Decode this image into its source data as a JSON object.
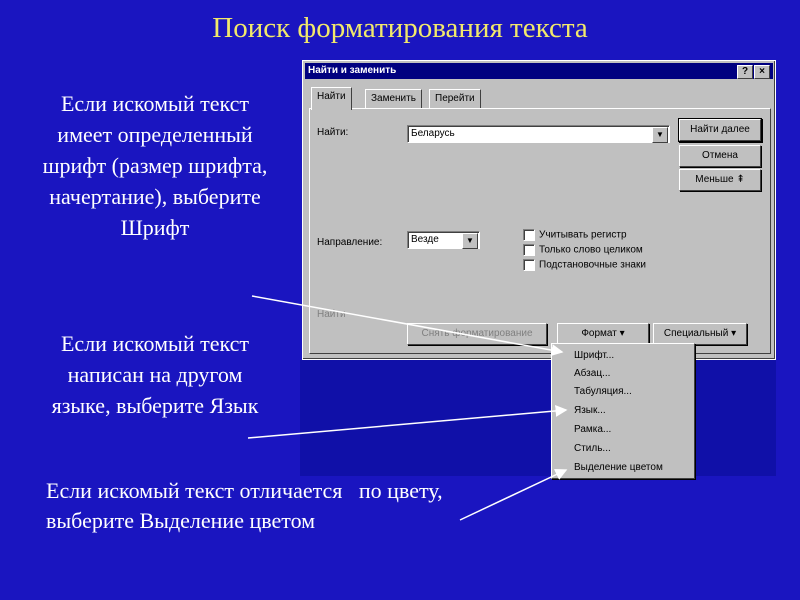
{
  "slide": {
    "title": "Поиск форматирования текста",
    "note1": "Если искомый текст имеет определенный шрифт (размер шрифта, начертание), выберите Шрифт",
    "note2": "Если искомый текст написан на другом языке, выберите Язык",
    "note3_line1": "Если искомый текст отличается   по цвету,",
    "note3_line2": "выберите Выделение цветом"
  },
  "dialog": {
    "title": "Найти и заменить",
    "help": "?",
    "close": "×",
    "tabs": [
      "Найти",
      "Заменить",
      "Перейти"
    ],
    "find_label": "Найти:",
    "find_value": "Беларусь",
    "direction_label": "Направление:",
    "direction_value": "Везде",
    "find_bottom_label": "Найти",
    "checkboxes": [
      "Учитывать регистр",
      "Только слово целиком",
      "Подстановочные знаки"
    ],
    "buttons": {
      "find_next": "Найти далее",
      "cancel": "Отмена",
      "less": "Меньше ⇞",
      "no_formatting": "Снять форматирование",
      "format": "Формат ▾",
      "special": "Специальный ▾"
    },
    "arrow_icon": "▼"
  },
  "format_menu": {
    "items": [
      "Шрифт...",
      "Абзац...",
      "Табуляция...",
      "Язык...",
      "Рамка...",
      "Стиль...",
      "Выделение цветом"
    ]
  },
  "colors": {
    "background": "#1a15c0",
    "title": "#f2e96b",
    "dialog_face": "#c0c0c0",
    "titlebar": "#000080"
  }
}
